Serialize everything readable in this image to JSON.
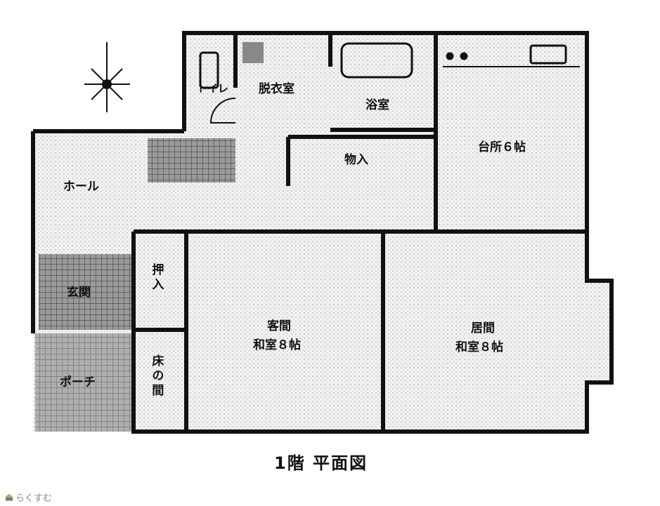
{
  "plan": {
    "title": "1階 平面図",
    "compass_icon": "north-arrow-compass",
    "rooms": {
      "toilet": "トイレ",
      "dressing": "脱衣室",
      "bath": "浴室",
      "kitchen": "台所６帖",
      "storage": "物入",
      "hall": "ホール",
      "entrance": "玄関",
      "porch": "ポーチ",
      "closet": "押入",
      "tokonoma": "床の間",
      "guest_room_name": "客間",
      "guest_room_size": "和室８帖",
      "living_room_name": "居間",
      "living_room_size": "和室８帖"
    }
  },
  "logo": {
    "text": "らくすむ"
  },
  "colors": {
    "wall": "#111111",
    "floor": "#ececec",
    "tile": "#8a8a8a"
  }
}
